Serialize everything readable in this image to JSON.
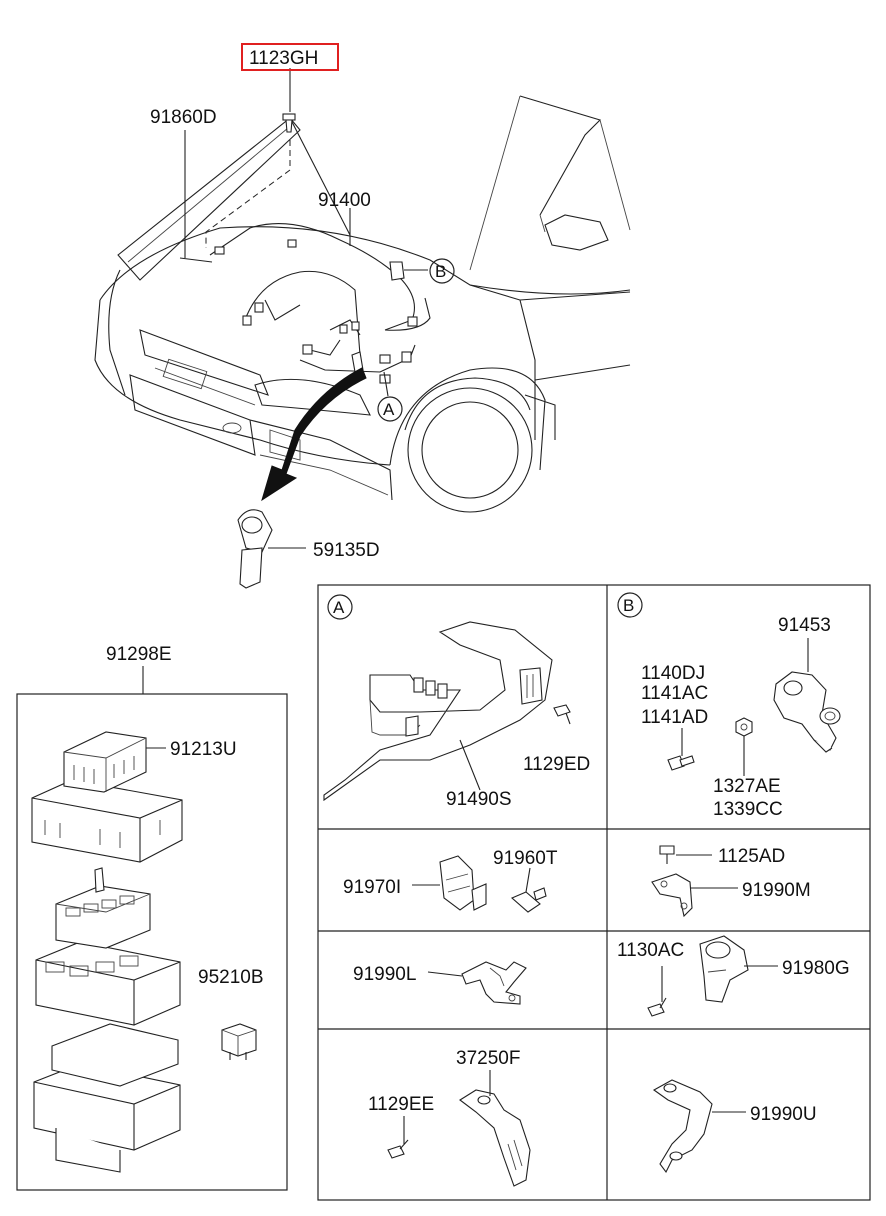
{
  "highlight_color": "#e02020",
  "callouts": {
    "p1123GH": "1123GH",
    "p91860D": "91860D",
    "p91400": "91400",
    "p59135D": "59135D",
    "p91298E": "91298E",
    "p91213U": "91213U",
    "p95210B": "95210B",
    "p91490S": "91490S",
    "p1129ED": "1129ED",
    "p91453": "91453",
    "p1140DJ": "1140DJ",
    "p1141AC": "1141AC",
    "p1141AD": "1141AD",
    "p1327AE": "1327AE",
    "p1339CC": "1339CC",
    "p91970I": "91970I",
    "p91960T": "91960T",
    "p1125AD": "1125AD",
    "p91990M": "91990M",
    "p91990L": "91990L",
    "p1130AC": "1130AC",
    "p91980G": "91980G",
    "p37250F": "37250F",
    "p1129EE": "1129EE",
    "p91990U": "91990U"
  },
  "markers": {
    "a": "A",
    "b": "B"
  }
}
